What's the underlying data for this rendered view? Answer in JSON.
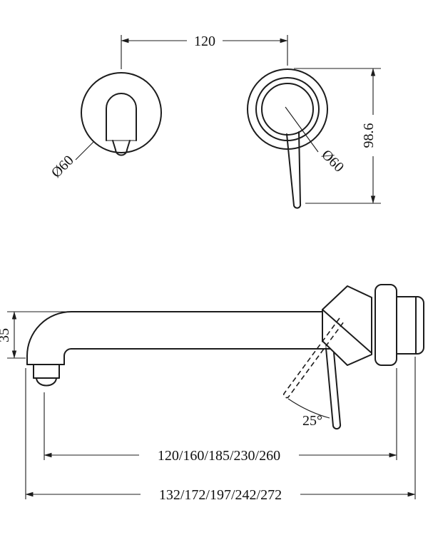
{
  "figure": {
    "front_view": {
      "center_distance": "120",
      "left_plate_diameter": "Ø60",
      "right_plate_diameter": "Ø60",
      "overall_height": "98.6"
    },
    "side_view": {
      "spout_drop": "35",
      "handle_swing_angle": "25°",
      "spout_reach_options": "120/160/185/230/260",
      "overall_reach_options": "132/172/197/242/272"
    }
  }
}
